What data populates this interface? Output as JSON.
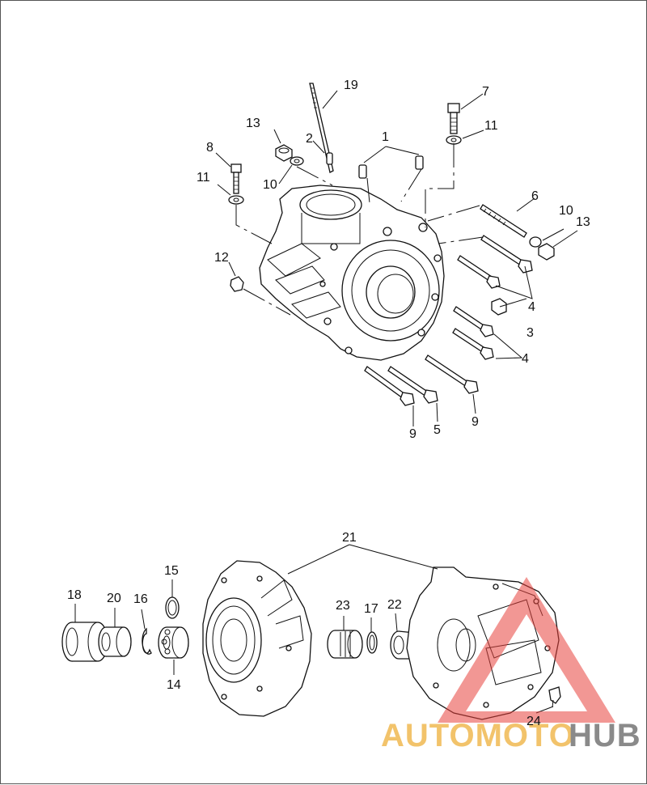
{
  "callouts": {
    "c1": "1",
    "c2": "2",
    "c3": "3",
    "c4a": "4",
    "c4b": "4",
    "c5": "5",
    "c6": "6",
    "c7": "7",
    "c8": "8",
    "c9a": "9",
    "c9b": "9",
    "c10a": "10",
    "c10b": "10",
    "c11a": "11",
    "c11b": "11",
    "c12": "12",
    "c13a": "13",
    "c13b": "13",
    "c14": "14",
    "c15": "15",
    "c16": "16",
    "c17": "17",
    "c18": "18",
    "c19": "19",
    "c20": "20",
    "c21": "21",
    "c22": "22",
    "c23": "23",
    "c24": "24"
  },
  "watermark": {
    "text_auto": "AUTOMOTO",
    "text_hub": "HUB",
    "triangle_color": "#e8413c",
    "auto_color": "#f2c36b",
    "hub_color": "#8a8a8a"
  }
}
